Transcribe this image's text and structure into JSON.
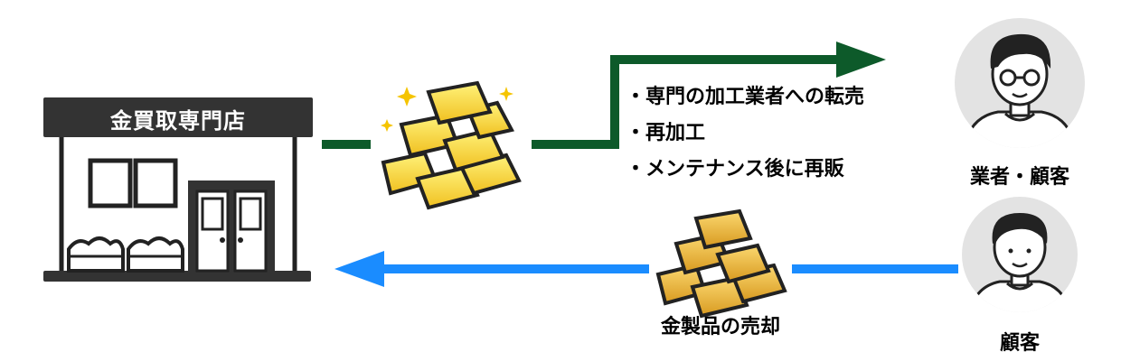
{
  "store": {
    "sign": "金買取専門店"
  },
  "outflow": {
    "routes": [
      "専門の加工業者への転売",
      "再加工",
      "メンテナンス後に再販"
    ],
    "color": "#0d5a2a"
  },
  "inflow": {
    "label": "金製品の売却",
    "color": "#1a8cff"
  },
  "actors": {
    "top_label": "業者・顧客",
    "bottom_label": "顧客"
  },
  "colors": {
    "gold_light": "#ffe23a",
    "gold_dark": "#e0ad1f",
    "bronze_light": "#f7c84a",
    "bronze_dark": "#c98a18",
    "avatar_bg": "#e3e3e3",
    "sign_bg": "#333333"
  }
}
